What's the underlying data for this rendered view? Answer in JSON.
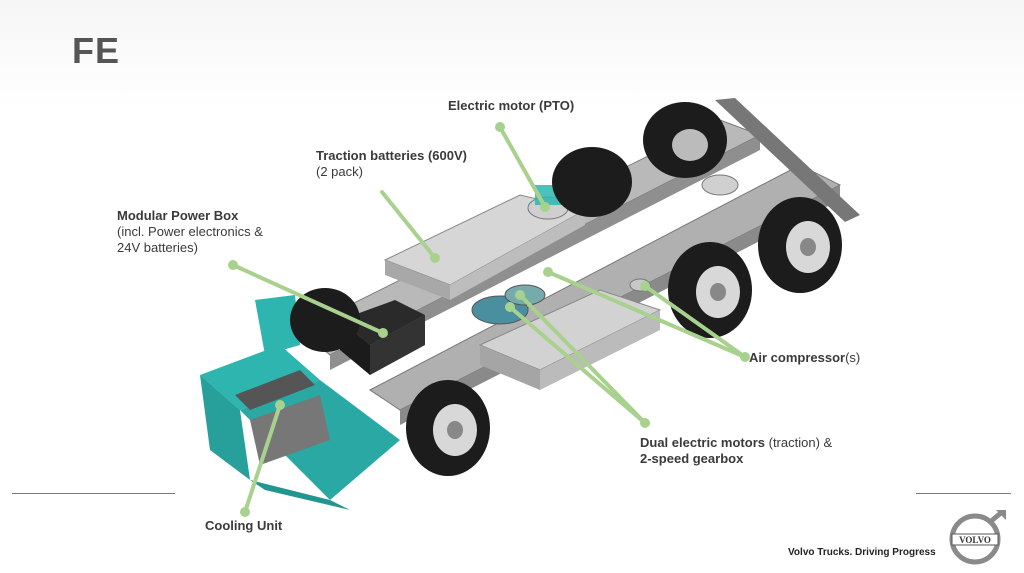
{
  "title": "FE",
  "labels": {
    "electric_motor_pto": "Electric motor (PTO)",
    "traction_batteries_bold": "Traction batteries (600V)",
    "traction_batteries_sub": "(2 pack)",
    "modular_power_box_bold": "Modular Power Box",
    "modular_power_box_sub1": "(incl. Power electronics &",
    "modular_power_box_sub2": "24V batteries)",
    "air_compressor_bold": "Air compressor",
    "air_compressor_rest": "(s)",
    "dual_motors_bold": "Dual electric motors",
    "dual_motors_rest": " (traction) &",
    "gearbox_bold": "2-speed gearbox",
    "cooling_unit": "Cooling Unit"
  },
  "footer": {
    "tagline": "Volvo Trucks. Driving Progress",
    "logo_text": "VOLVO"
  },
  "colors": {
    "leader": "#a9d18e",
    "cab_accent": "#2fb5b0",
    "chassis": "#9a9a9a",
    "tire": "#1c1c1c"
  }
}
